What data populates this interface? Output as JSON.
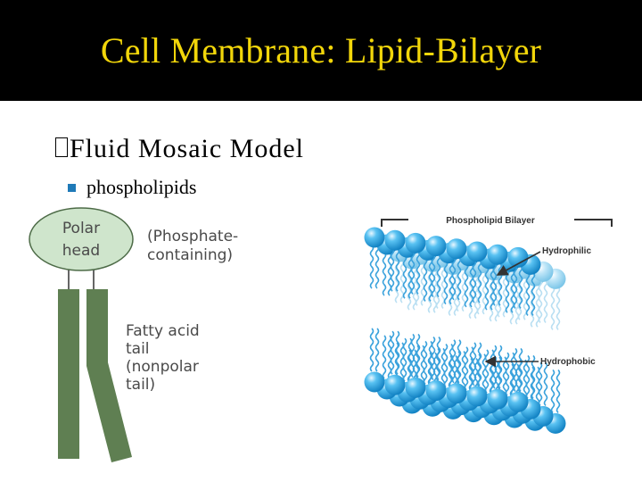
{
  "slide": {
    "title": "Cell Membrane: Lipid-Bilayer",
    "bullet_glyph_name": "box-bullet-icon",
    "bullet_level1": "Fluid Mosaic Model",
    "bullet_level2": "phospholipids"
  },
  "left_diagram": {
    "head_line1": "Polar",
    "head_line2": "head",
    "head_note_line1": "(Phosphate-",
    "head_note_line2": "containing)",
    "tail_line1": "Fatty acid",
    "tail_line2": "tail",
    "tail_line3": "(nonpolar",
    "tail_line4": "tail)"
  },
  "right_diagram": {
    "bilayer_label": "Phospholipid Bilayer",
    "hydrophilic_label": "Hydrophilic",
    "hydrophobic_label": "Hydrophobic"
  },
  "colors": {
    "title_bar": "#000000",
    "title_text": "#f2d60a",
    "head_fill": "#cfe5cc",
    "tail_fill": "#5f7f52",
    "sphere": "#2aa6e6",
    "bullet_square": "#1f7ab8"
  }
}
